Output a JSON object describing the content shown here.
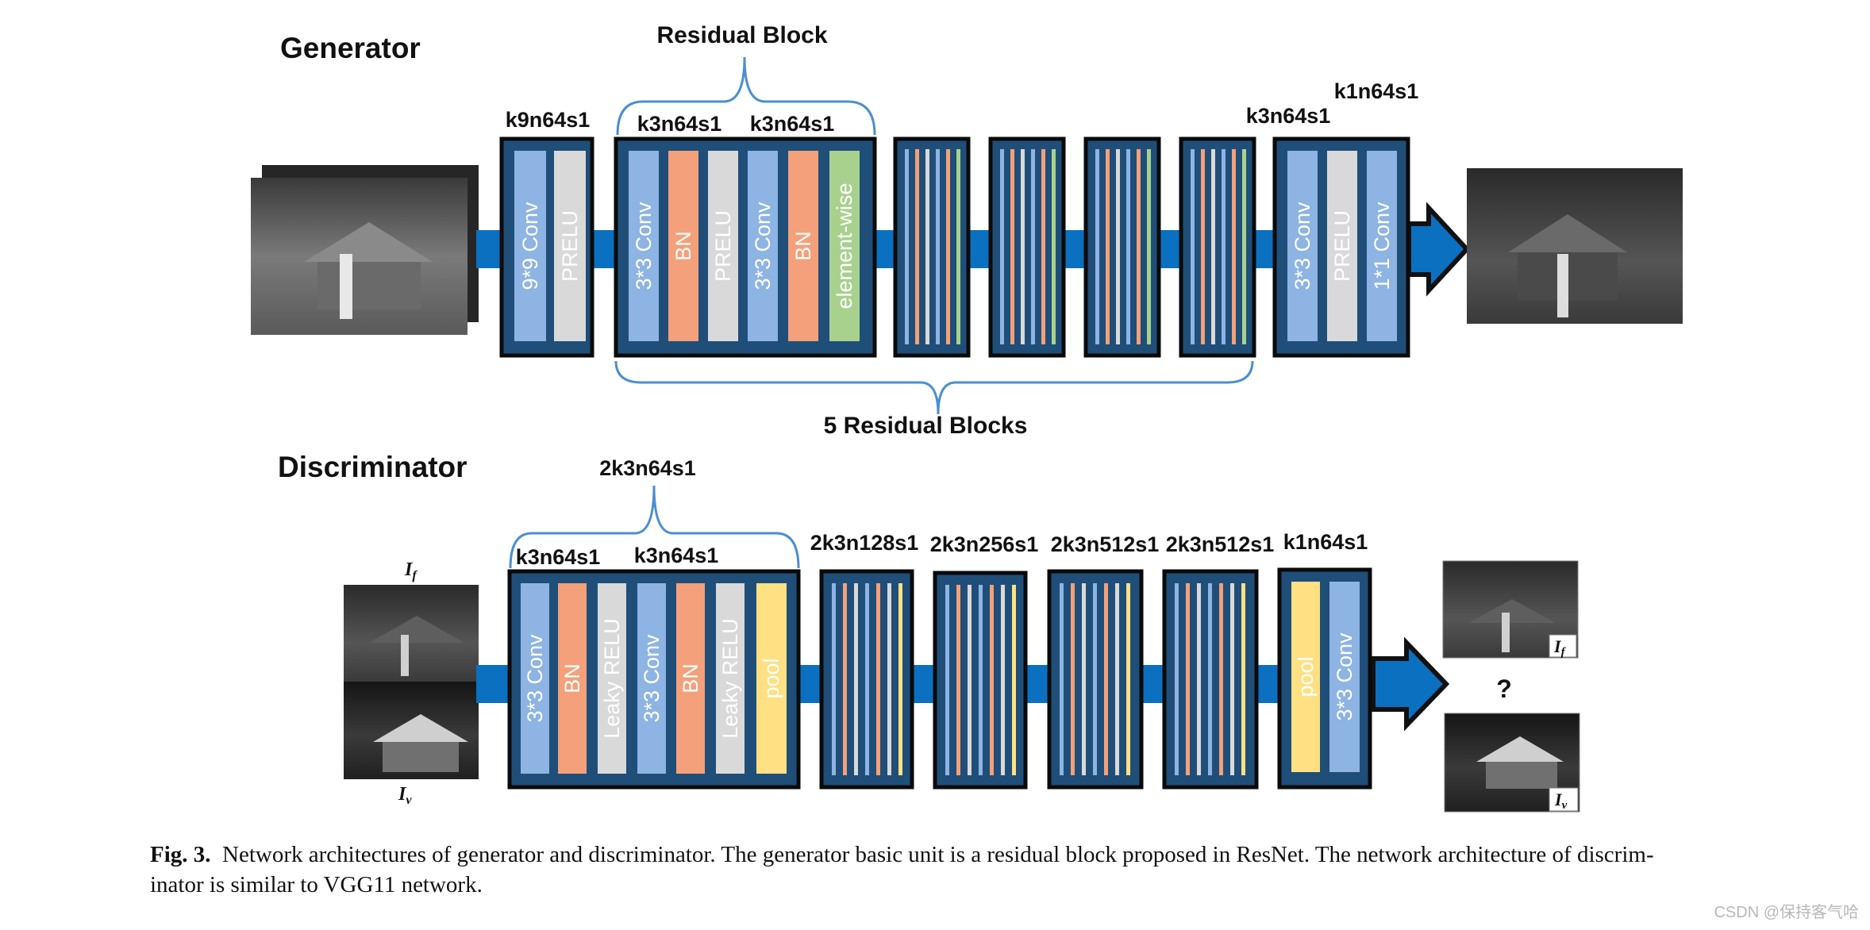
{
  "generator": {
    "title": "Generator",
    "residual_block_label": "Residual Block",
    "residual_blocks_label": "5 Residual Blocks",
    "block1": {
      "label": "k9n64s1",
      "layers": [
        "9*9 Conv",
        "PRELU"
      ]
    },
    "residual": {
      "label_a": "k3n64s1",
      "label_b": "k3n64s1",
      "layers": [
        "3*3 Conv",
        "BN",
        "PRELU",
        "3*3 Conv",
        "BN",
        "element-wise"
      ]
    },
    "final": {
      "label_a": "k3n64s1",
      "label_b": "k1n64s1",
      "layers": [
        "3*3 Conv",
        "PRELU",
        "1*1 Conv"
      ]
    }
  },
  "discriminator": {
    "title": "Discriminator",
    "group_label": "2k3n64s1",
    "first": {
      "label_a": "k3n64s1",
      "label_b": "k3n64s1",
      "layers": [
        "3*3 Conv",
        "BN",
        "Leaky RELU",
        "3*3 Conv",
        "BN",
        "Leaky RELU",
        "pool"
      ]
    },
    "mini_labels": [
      "2k3n128s1",
      "2k3n256s1",
      "2k3n512s1",
      "2k3n512s1"
    ],
    "last": {
      "label": "k1n64s1",
      "layers": [
        "pool",
        "3*3 Conv"
      ]
    },
    "question": "?",
    "input_labels": {
      "top": "I",
      "top_sub": "f",
      "bottom": "I",
      "bottom_sub": "v"
    },
    "output_labels": {
      "top": "I",
      "top_sub": "f",
      "bottom": "I",
      "bottom_sub": "v"
    }
  },
  "caption": {
    "fig": "Fig. 3.",
    "line1": "Network architectures of generator and discriminator. The generator basic unit is a residual block proposed in ResNet. The network architecture of discrim-",
    "line2": "inator is similar to VGG11 network."
  },
  "watermark": "CSDN @保持客气哈",
  "colors": {
    "block_dark": "#1f4e79",
    "arrow": "#0b70c0",
    "conv": "#8db4e2",
    "bn": "#f4a07a",
    "prelu": "#d9d9d9",
    "elementwise": "#a9d18e",
    "pool": "#ffe083",
    "brace": "#4b8fd0"
  },
  "icons": [
    "grayscale-photo",
    "right-arrow",
    "curly-brace"
  ]
}
